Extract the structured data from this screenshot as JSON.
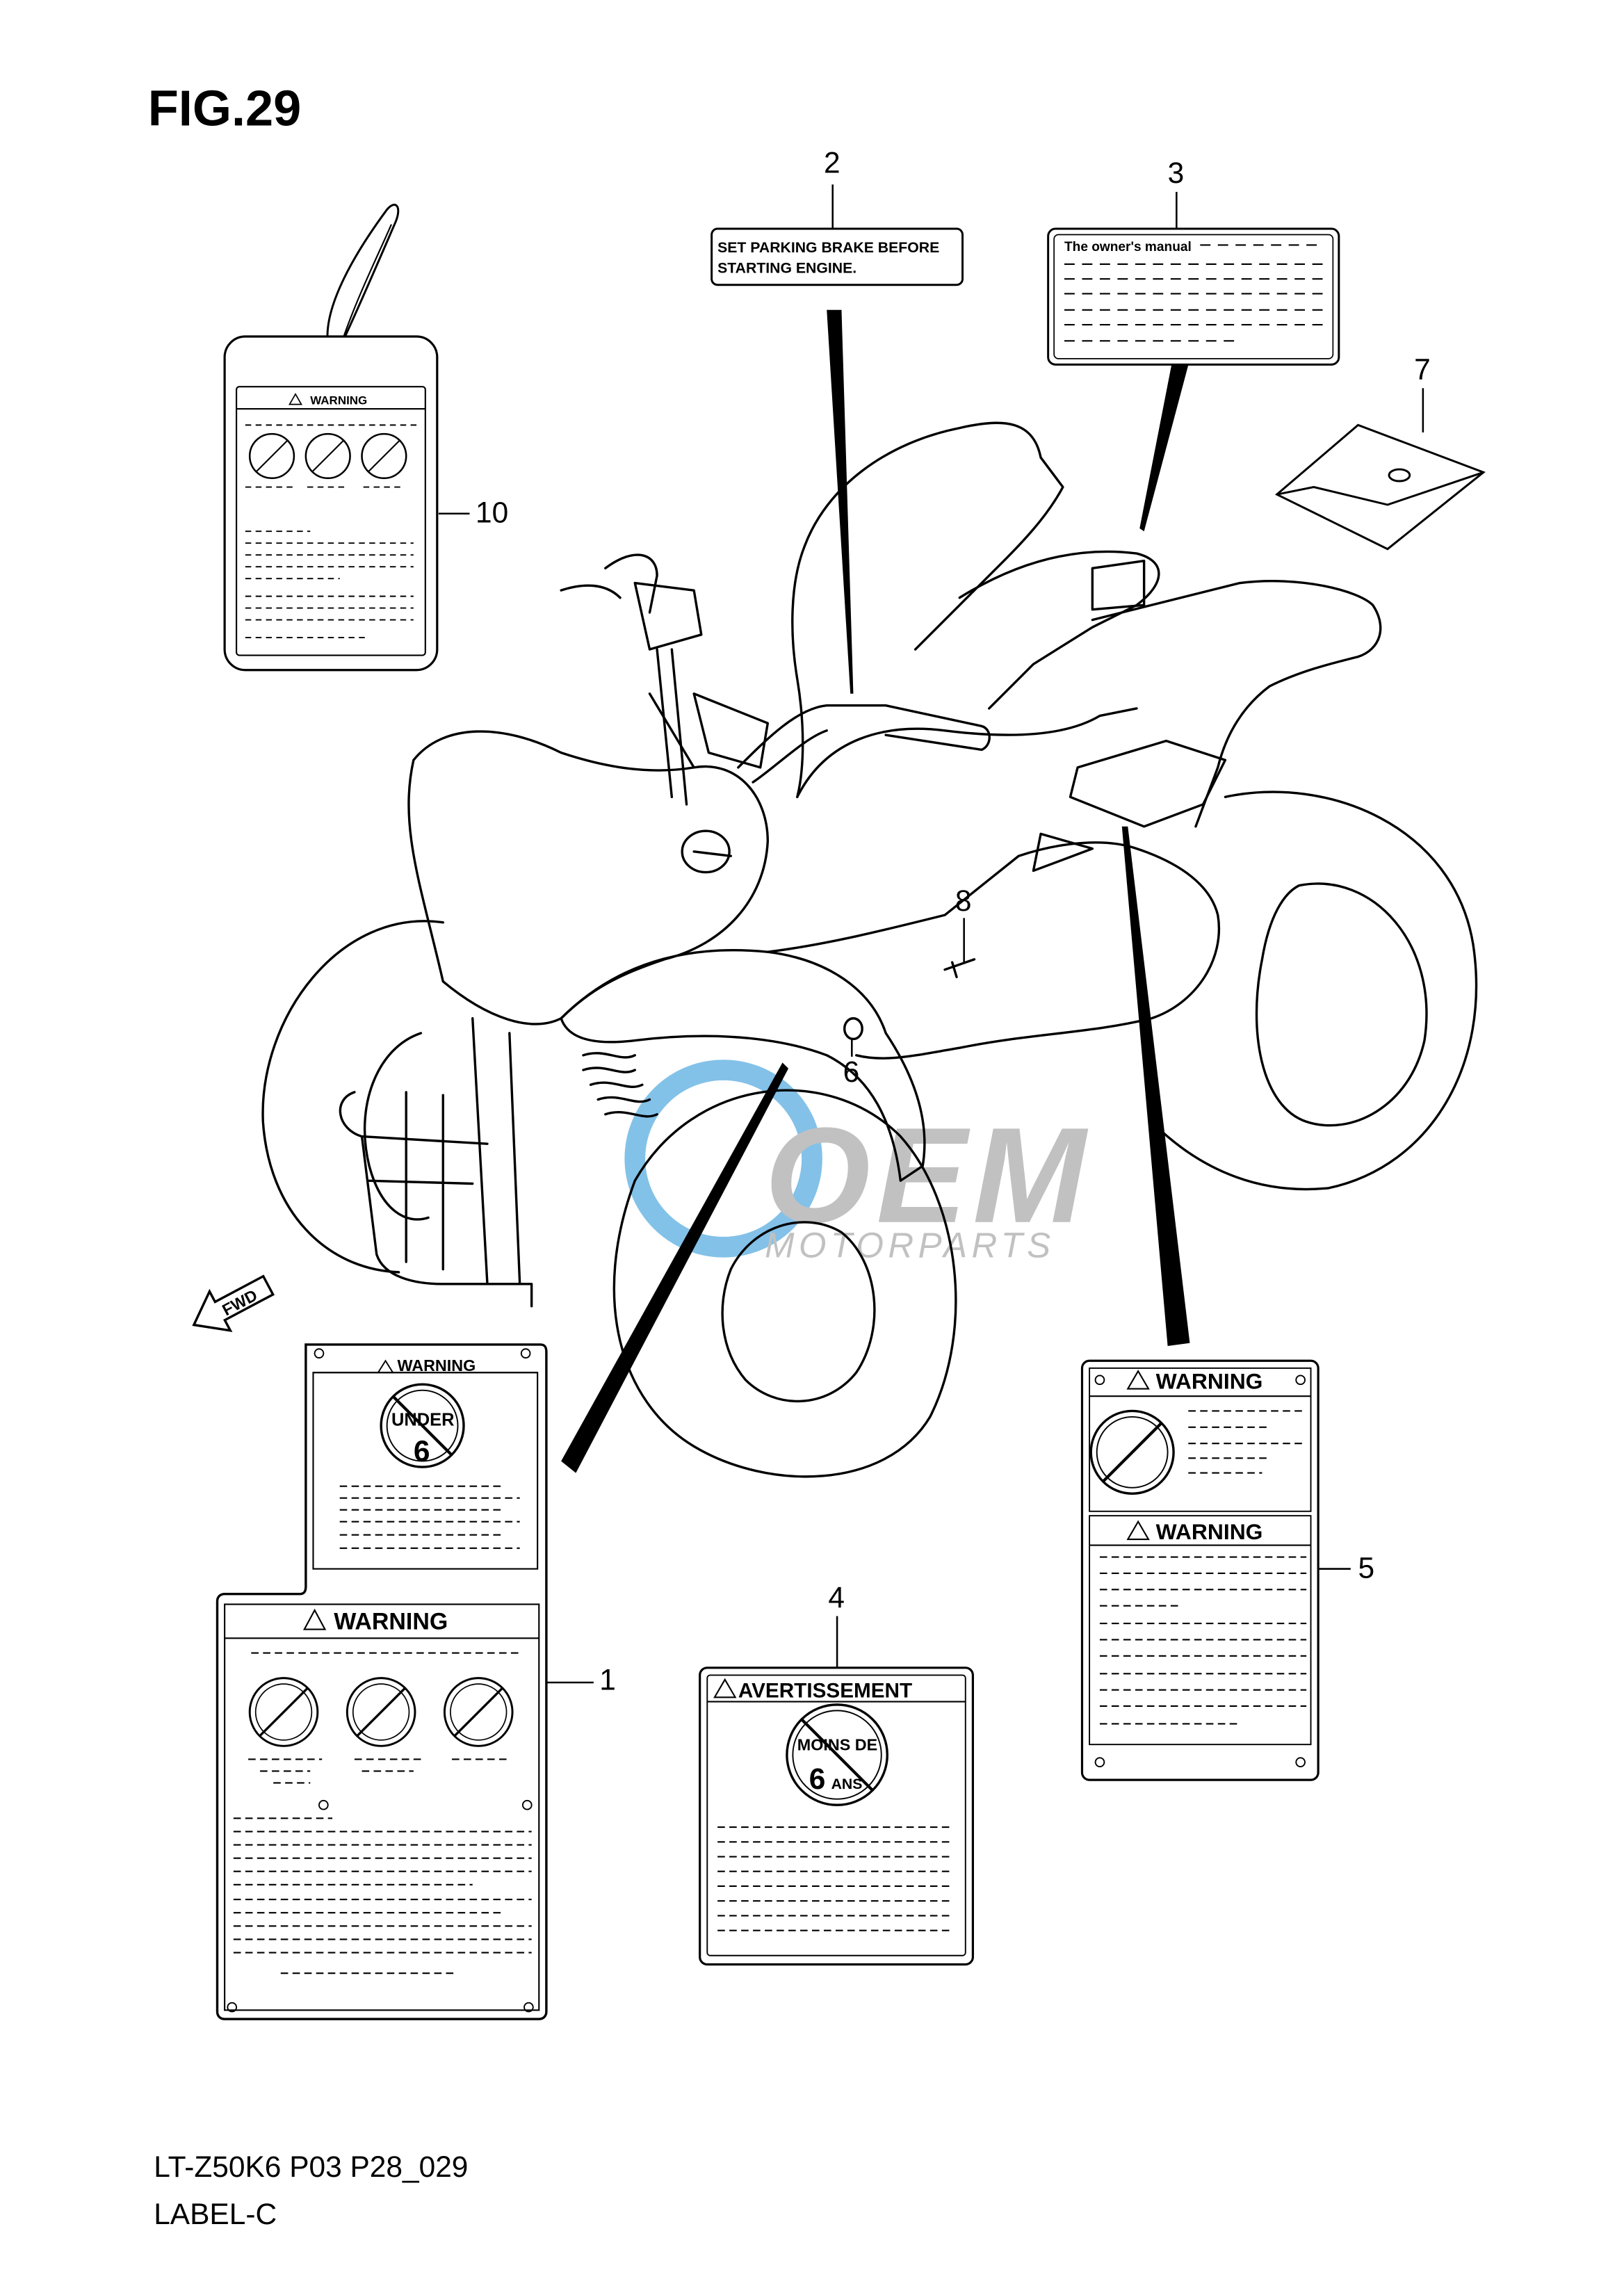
{
  "figure": {
    "title": "FIG.29",
    "code": "LT-Z50K6 P03 P28_029",
    "name": "LABEL-C"
  },
  "callouts": [
    "1",
    "2",
    "3",
    "4",
    "5",
    "6",
    "7",
    "8",
    "10"
  ],
  "labels": {
    "warning": "WARNING",
    "avertissement": "AVERTISSEMENT",
    "under": "UNDER",
    "six": "6",
    "moins_de": "MOINS DE",
    "ans": "ANS",
    "parking_line1": "SET PARKING BRAKE BEFORE",
    "parking_line2": "STARTING ENGINE.",
    "owners_manual": "The owner's manual",
    "fwd": "FWD"
  },
  "watermark": {
    "brand": "OEM",
    "sub": "MOTORPARTS",
    "color": "#1e90d6"
  }
}
